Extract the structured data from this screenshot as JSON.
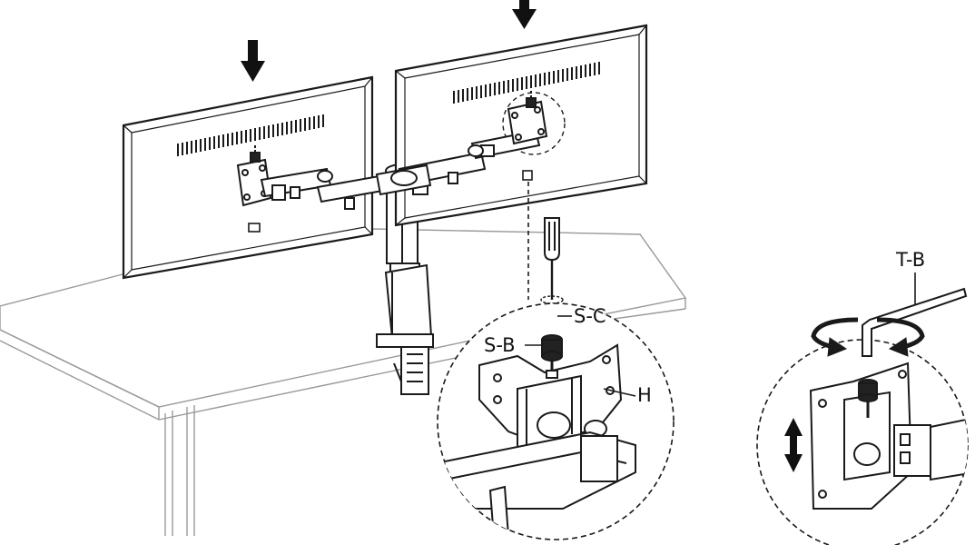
{
  "labels": {
    "screw_c": "S-C",
    "screw_b": "S-B",
    "hook": "H",
    "tool_b": "T-B"
  },
  "icons": [
    "down-arrow-icon",
    "screwdriver-icon",
    "allen-key-icon",
    "rotate-arrow-icon",
    "up-down-arrow-icon"
  ],
  "colors": {
    "line": "#1a1a1a",
    "paper": "#ffffff",
    "dark_fill": "#222222"
  }
}
